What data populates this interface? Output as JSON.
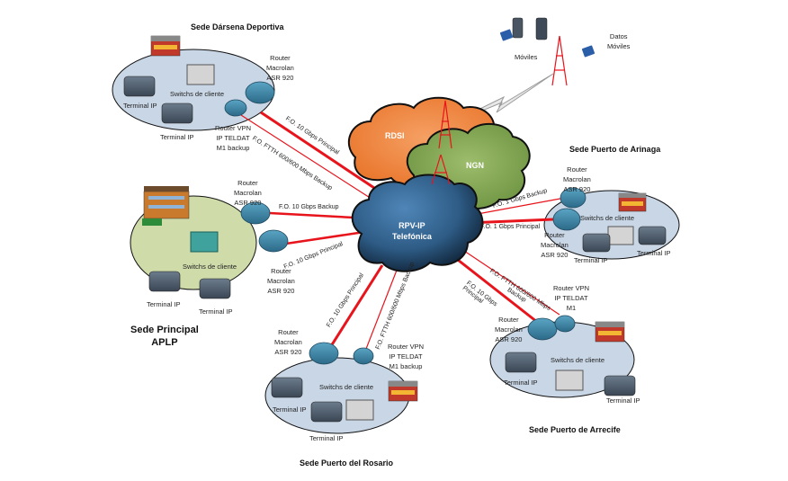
{
  "clouds": {
    "rdsi": {
      "label": "RDSI",
      "color": "#f08a40"
    },
    "ngn": {
      "label": "NGN",
      "color": "#8bae5a"
    },
    "rpv": {
      "label_line1": "RPV-IP",
      "label_line2": "Telefónica",
      "color": "#3d6f9c"
    }
  },
  "mobile": {
    "moviles_label": "Móviles",
    "datos_line1": "Datos",
    "datos_line2": "Móviles"
  },
  "sites": {
    "darsena": {
      "title": "Sede Dársena Deportiva",
      "switch_label": "Switchs de cliente",
      "router_main": [
        "Router",
        "Macrolan",
        "ASR 920"
      ],
      "router_vpn": [
        "Router VPN",
        "IP TELDAT",
        "M1 backup"
      ],
      "terminal1": "Terminal IP",
      "terminal2": "Terminal IP",
      "link_main": "F.O. 10 Gbps Principal",
      "link_backup": "F.O. FTTH 600/600 Mbps Backup"
    },
    "principal": {
      "title_line1": "Sede Principal",
      "title_line2": "APLP",
      "switch_label": "Switchs de cliente",
      "router_top": [
        "Router",
        "Macrolan",
        "ASR 920"
      ],
      "router_bottom": [
        "Router",
        "Macrolan",
        "ASR 920"
      ],
      "terminal1": "Terminal IP",
      "terminal2": "Terminal IP",
      "link_backup": "F.O. 10 Gbps  Backup",
      "link_main": "F.O. 10 Gbps Principal"
    },
    "arinaga": {
      "title": "Sede Puerto de Arinaga",
      "switch_label": "Switchs de cliente",
      "router_top": [
        "Router",
        "Macrolan",
        "ASR 920"
      ],
      "router_bottom": [
        "Router",
        "Macrolan",
        "ASR 920"
      ],
      "terminal1": "Terminal IP",
      "terminal2": "Terminal IP",
      "link_backup": "F.O. 1 Gbps Backup",
      "link_main": "F.O. 1 Gbps Principal"
    },
    "rosario": {
      "title": "Sede Puerto del Rosario",
      "switch_label": "Switchs de cliente",
      "router_main": [
        "Router",
        "Macrolan",
        "ASR 920"
      ],
      "router_vpn": [
        "Router VPN",
        "IP TELDAT",
        "M1 backup"
      ],
      "terminal1": "Terminal IP",
      "terminal2": "Terminal IP",
      "link_main": "F.O. 10 Gbps Principal",
      "link_backup": "F.O. FTTH 600/600 Mbps Backup"
    },
    "arrecife": {
      "title": "Sede Puerto de Arrecife",
      "switch_label": "Switchs de cliente",
      "router_main": [
        "Router",
        "Macrolan",
        "ASR 920"
      ],
      "router_vpn": [
        "Router VPN",
        "IP TELDAT",
        "M1"
      ],
      "terminal1": "Terminal IP",
      "terminal2": "Terminal IP",
      "link_main_line1": "F.O. 10 Gbps",
      "link_main_line2": "Principal",
      "link_backup_line1": "F.O. FTTH 600/600 Mbps",
      "link_backup_line2": "Backup"
    }
  },
  "colors": {
    "link_red": "#e8141c",
    "site_ellipse": "#c9d6e6",
    "principal_ellipse": "#cfdcaa",
    "router": "#3f86a6",
    "switch": "#d4d4d4",
    "switch_principal": "#3fa29c"
  }
}
